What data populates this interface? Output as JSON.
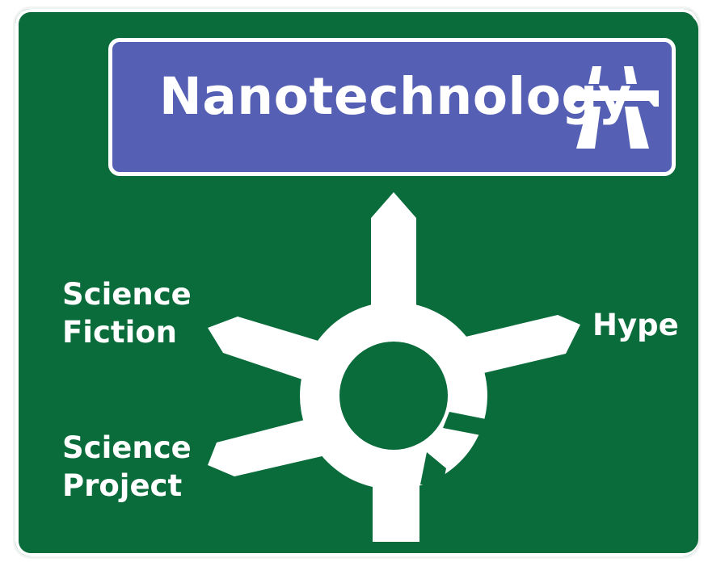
{
  "sign": {
    "title": "Nanotechnology",
    "icon": "motorway-icon",
    "colors": {
      "background": "#0a6b3b",
      "panel": "#5560b4",
      "text": "#ffffff"
    }
  },
  "destinations": {
    "science_fiction": {
      "line1": "Science",
      "line2": "Fiction"
    },
    "science_project": {
      "line1": "Science",
      "line2": "Project"
    },
    "hype": {
      "label": "Hype"
    }
  }
}
